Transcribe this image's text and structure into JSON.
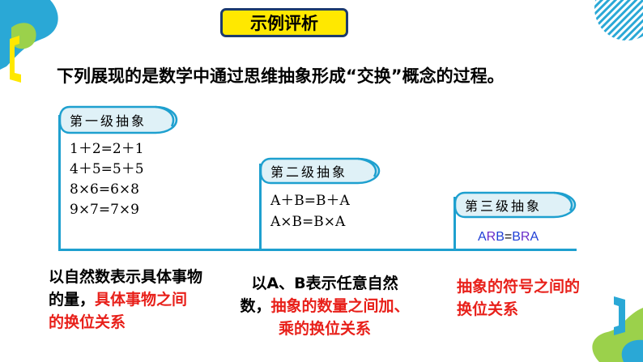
{
  "title": "示例评析",
  "intro": "下列展现的是数学中通过思维抽象形成“交换”概念的过程。",
  "levels": [
    {
      "label": "第一级抽象",
      "lines": [
        "1＋2=2＋1",
        "4＋5=5＋5",
        "8×6=6×8",
        "9×7=7×9"
      ]
    },
    {
      "label": "第二级抽象",
      "lines": [
        "A＋B=B＋A",
        "A×B=B×A"
      ]
    },
    {
      "label": "第三级抽象",
      "formula": {
        "a": "A",
        "r": "R",
        "b": "B",
        "eq": "=",
        "b2": "B",
        "r2": "R",
        "a2": "A"
      }
    }
  ],
  "captions": {
    "c1": {
      "black": "以自然数表示具体事物的量，",
      "red": "具体事物之间的换位关系"
    },
    "c2": {
      "black": "以A、B表示任意自然数，",
      "red": "抽象的数量之间加、乘的换位关系"
    },
    "c3": {
      "red": "抽象的符号之间的换位关系"
    }
  },
  "colors": {
    "accent_blue": "#1ea0cf",
    "title_yellow": "#ffe800",
    "red": "#e8201a",
    "decor_green": "#9bd14b"
  }
}
